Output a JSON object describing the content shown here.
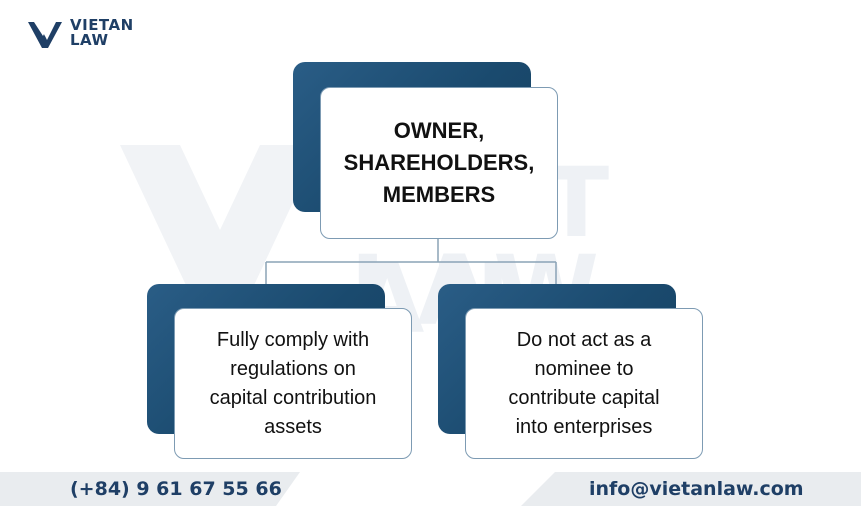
{
  "brand": {
    "line1": "VIETAN",
    "line2": "LAW",
    "color": "#1f3f66"
  },
  "watermark": {
    "line1": "VIET AN",
    "line2": "LAW"
  },
  "diagram": {
    "root": {
      "text": "OWNER,\nSHAREHOLDERS,\nMEMBERS"
    },
    "children": [
      {
        "text": "Fully comply with\nregulations on\ncapital contribution\nassets"
      },
      {
        "text": "Do not act as a\nnominee to\ncontribute capital\ninto enterprises"
      }
    ],
    "colors": {
      "back": "#1a4a6e",
      "border": "#7d9bb3",
      "line": "#8aa3b6"
    }
  },
  "contact": {
    "phone": "(+84) 9 61 67 55 66",
    "email": "info@vietanlaw.com"
  }
}
